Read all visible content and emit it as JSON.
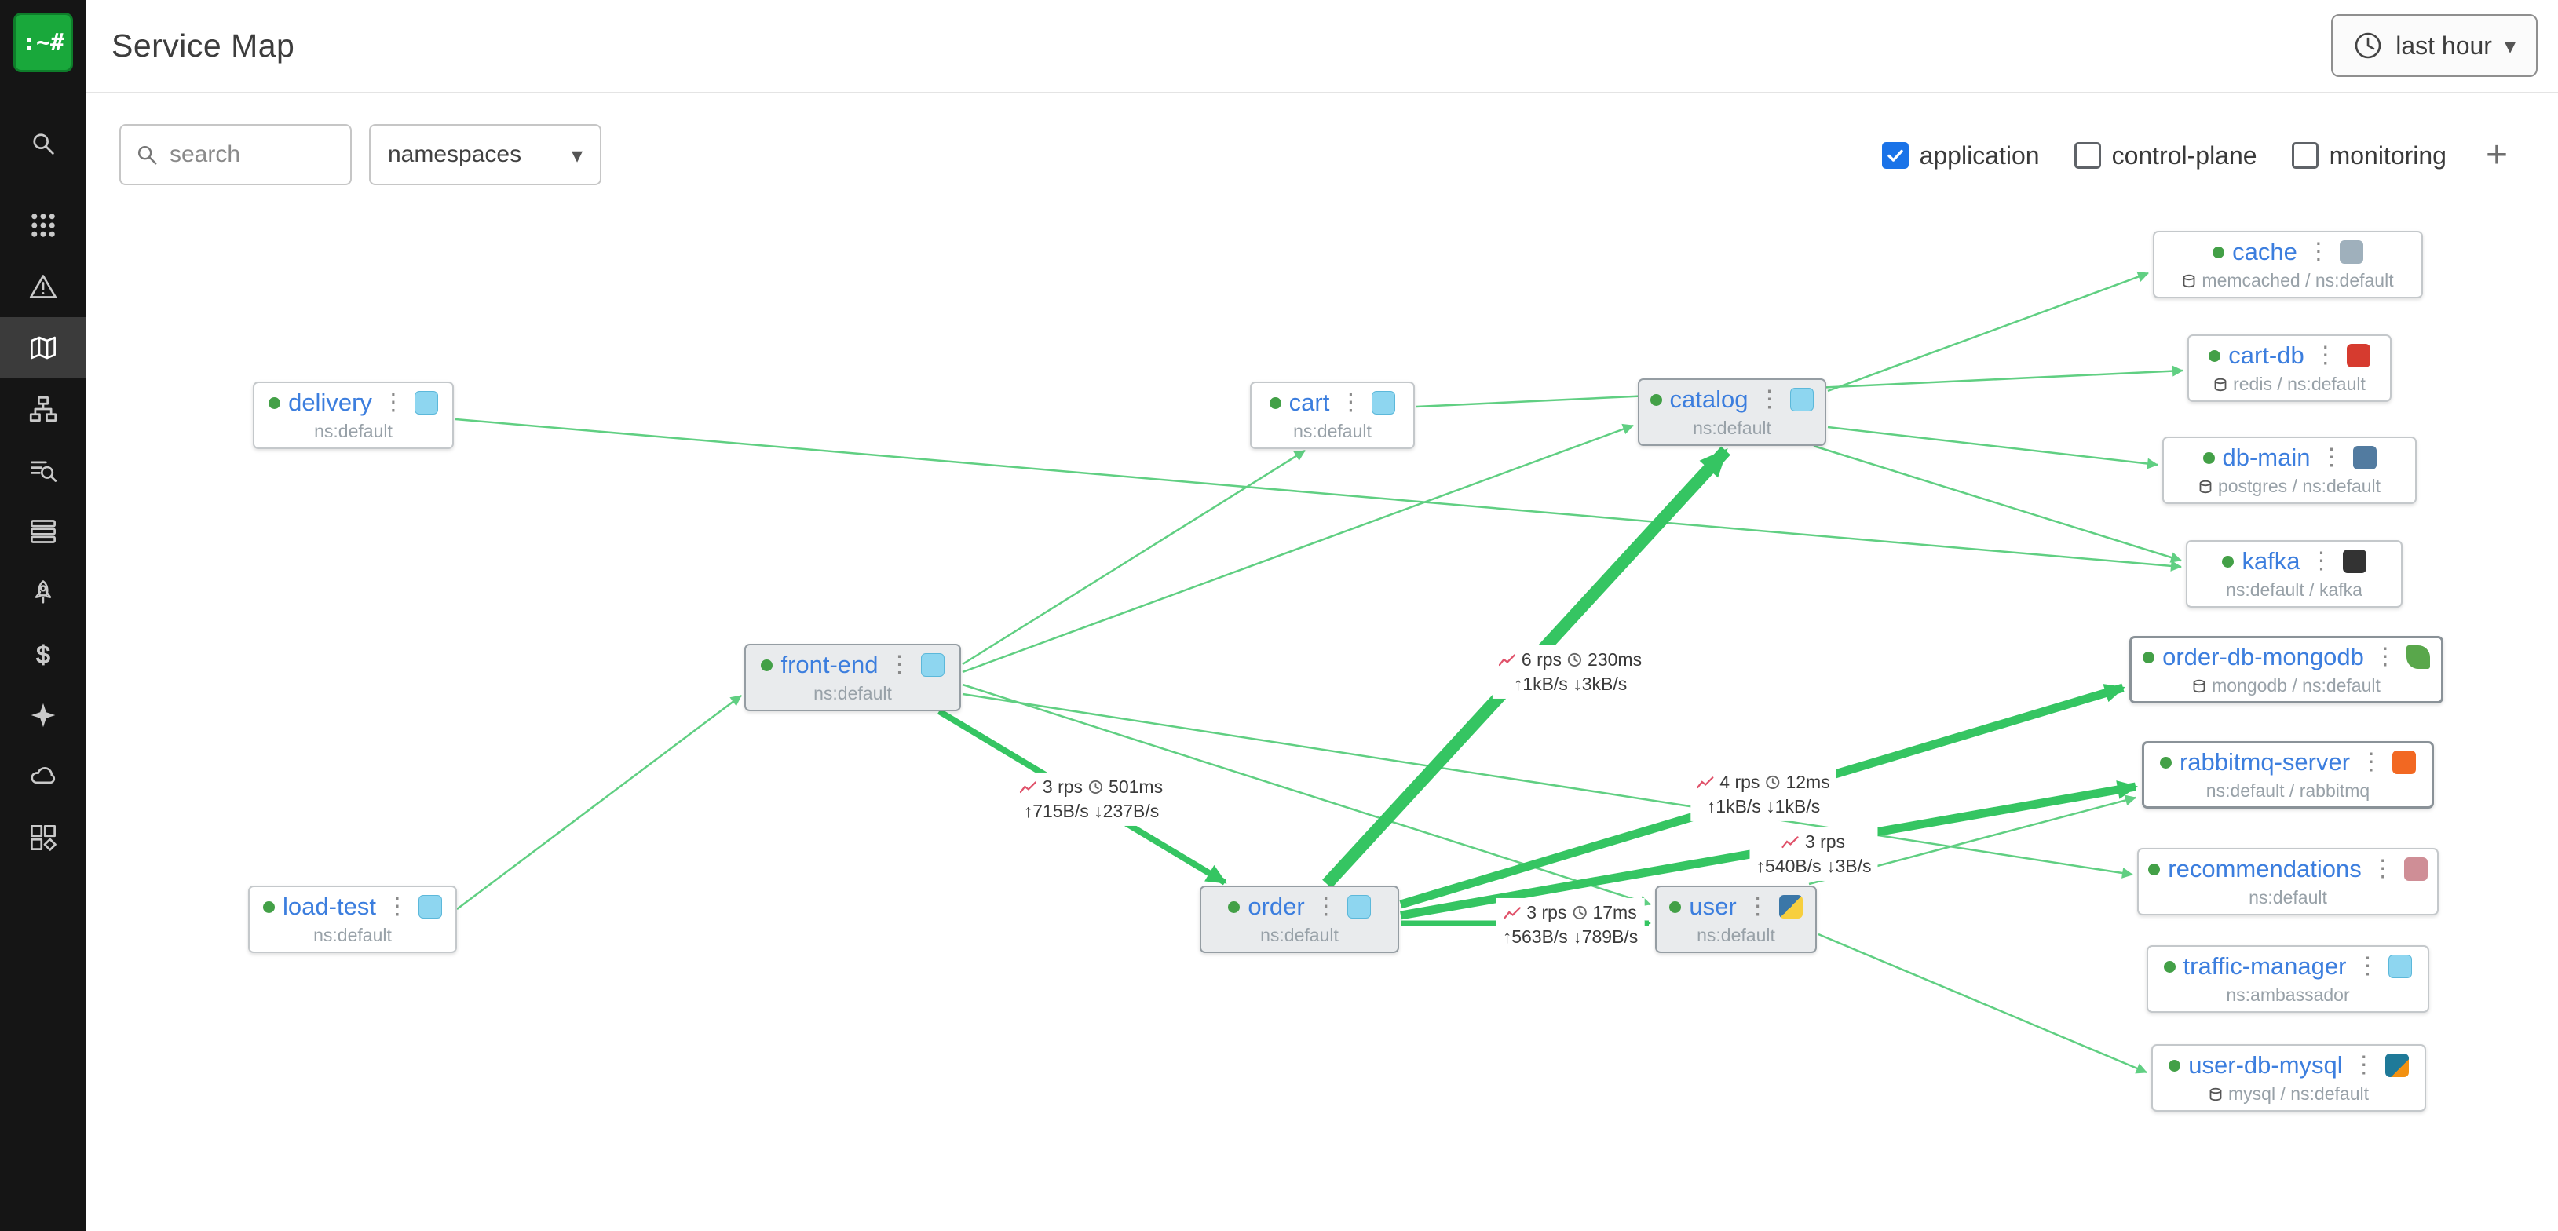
{
  "app": {
    "logo_text": ":~#",
    "title": "Service Map",
    "time_range_label": "last hour"
  },
  "icons": {
    "kebab": "⋮",
    "caret_down": "▾",
    "plus": "+",
    "dollar": "$"
  },
  "toolbar": {
    "search_placeholder": "search",
    "namespace_filter_label": "namespaces",
    "filters": [
      {
        "label": "application",
        "checked": true
      },
      {
        "label": "control-plane",
        "checked": false
      },
      {
        "label": "monitoring",
        "checked": false
      }
    ]
  },
  "graph": {
    "nodes": {
      "delivery": {
        "name": "delivery",
        "subtitle": "ns:default"
      },
      "cart": {
        "name": "cart",
        "subtitle": "ns:default"
      },
      "catalog": {
        "name": "catalog",
        "subtitle": "ns:default"
      },
      "cache": {
        "name": "cache",
        "subtitle": "memcached / ns:default"
      },
      "cart_db": {
        "name": "cart-db",
        "subtitle": "redis / ns:default"
      },
      "db_main": {
        "name": "db-main",
        "subtitle": "postgres / ns:default"
      },
      "kafka": {
        "name": "kafka",
        "subtitle": "ns:default / kafka"
      },
      "front_end": {
        "name": "front-end",
        "subtitle": "ns:default"
      },
      "order_db_mongodb": {
        "name": "order-db-mongodb",
        "subtitle": "mongodb / ns:default"
      },
      "rabbitmq_server": {
        "name": "rabbitmq-server",
        "subtitle": "ns:default / rabbitmq"
      },
      "recommendations": {
        "name": "recommendations",
        "subtitle": "ns:default"
      },
      "load_test": {
        "name": "load-test",
        "subtitle": "ns:default"
      },
      "order": {
        "name": "order",
        "subtitle": "ns:default"
      },
      "user": {
        "name": "user",
        "subtitle": "ns:default"
      },
      "traffic_manager": {
        "name": "traffic-manager",
        "subtitle": "ns:ambassador"
      },
      "user_db_mysql": {
        "name": "user-db-mysql",
        "subtitle": "mysql / ns:default"
      }
    },
    "edge_labels": [
      {
        "rps": "3 rps",
        "latency": "501ms",
        "throughput": "↑715B/s ↓237B/s"
      },
      {
        "rps": "6 rps",
        "latency": "230ms",
        "throughput": "↑1kB/s ↓3kB/s"
      },
      {
        "rps": "4 rps",
        "latency": "12ms",
        "throughput": "↑1kB/s ↓1kB/s"
      },
      {
        "rps": "3 rps",
        "latency": "",
        "throughput": "↑540B/s ↓3B/s"
      },
      {
        "rps": "3 rps",
        "latency": "17ms",
        "throughput": "↑563B/s ↓789B/s"
      }
    ]
  }
}
